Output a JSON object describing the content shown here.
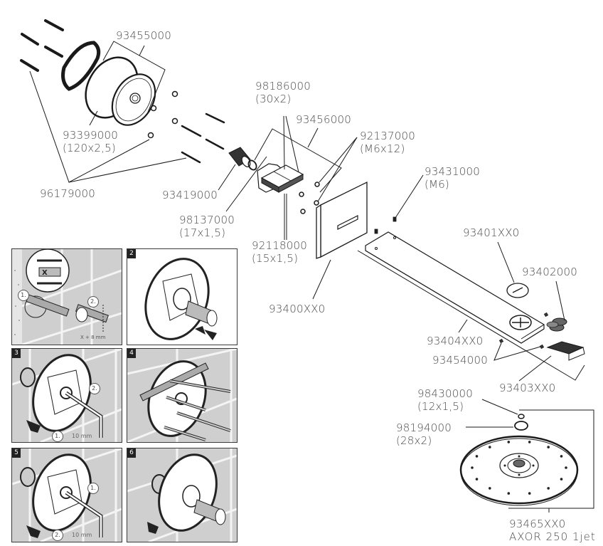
{
  "diagram": {
    "type": "exploded-parts-diagram",
    "product": "AXOR 250 1jet",
    "parts": [
      {
        "id": "p-93455000",
        "number": "93455000",
        "spec": ""
      },
      {
        "id": "p-93399000",
        "number": "93399000",
        "spec": "(120x2,5)"
      },
      {
        "id": "p-96179000",
        "number": "96179000",
        "spec": ""
      },
      {
        "id": "p-93419000",
        "number": "93419000",
        "spec": ""
      },
      {
        "id": "p-98186000",
        "number": "98186000",
        "spec": "(30x2)"
      },
      {
        "id": "p-93456000",
        "number": "93456000",
        "spec": ""
      },
      {
        "id": "p-92137000",
        "number": "92137000",
        "spec": "(M6x12)"
      },
      {
        "id": "p-98137000",
        "number": "98137000",
        "spec": "(17x1,5)"
      },
      {
        "id": "p-92118000",
        "number": "92118000",
        "spec": "(15x1,5)"
      },
      {
        "id": "p-93431000",
        "number": "93431000",
        "spec": "(M6)"
      },
      {
        "id": "p-93401XX0",
        "number": "93401XX0",
        "spec": ""
      },
      {
        "id": "p-93402000",
        "number": "93402000",
        "spec": ""
      },
      {
        "id": "p-93400XX0",
        "number": "93400XX0",
        "spec": ""
      },
      {
        "id": "p-93404XX0",
        "number": "93404XX0",
        "spec": ""
      },
      {
        "id": "p-93454000",
        "number": "93454000",
        "spec": ""
      },
      {
        "id": "p-93403XX0",
        "number": "93403XX0",
        "spec": ""
      },
      {
        "id": "p-98430000",
        "number": "98430000",
        "spec": "(12x1,5)"
      },
      {
        "id": "p-98194000",
        "number": "98194000",
        "spec": "(28x2)"
      },
      {
        "id": "p-93465XX0",
        "number": "93465XX0",
        "spec": "AXOR 250 1jet"
      }
    ],
    "steps": [
      {
        "number": "1",
        "markers": [
          "1.",
          "2."
        ],
        "measure_marker": "X",
        "measure_text": "X + 8 mm"
      },
      {
        "number": "2",
        "markers": [],
        "measure_text": ""
      },
      {
        "number": "3",
        "markers": [
          "1.",
          "2."
        ],
        "measure_text": "10 mm"
      },
      {
        "number": "4",
        "markers": [],
        "measure_text": ""
      },
      {
        "number": "5",
        "markers": [
          "1.",
          "2."
        ],
        "measure_text": "10 mm"
      },
      {
        "number": "6",
        "markers": [],
        "measure_text": ""
      }
    ],
    "colors": {
      "line": "#1a1a1a",
      "label_text": "#4a4a4a",
      "panel_bg": "#cfcfcf",
      "tile_line": "#f2f2f2",
      "step_badge": "#222222"
    }
  }
}
